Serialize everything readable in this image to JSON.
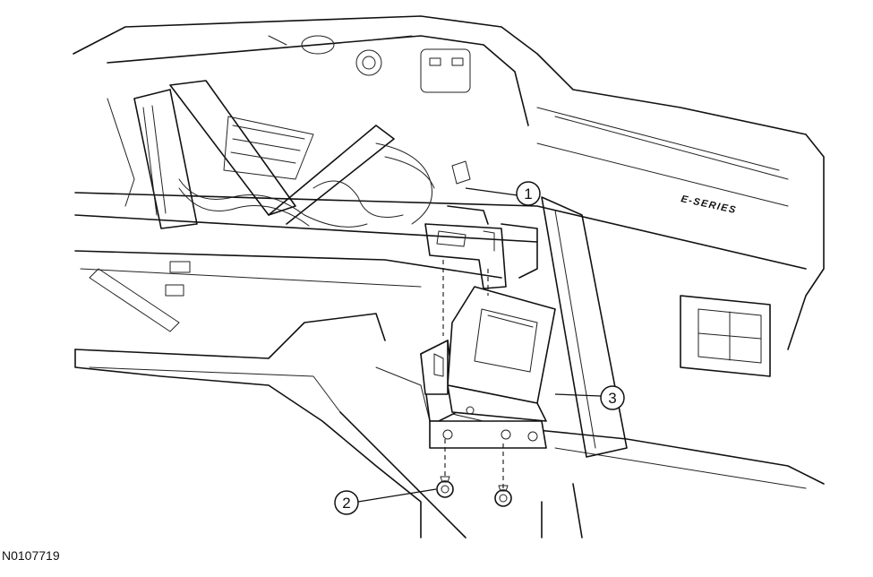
{
  "figure": {
    "id": "N0107719",
    "badge_text": "E-SERIES"
  },
  "callouts": [
    {
      "label": "1",
      "name": "callout-1"
    },
    {
      "label": "2",
      "name": "callout-2"
    },
    {
      "label": "3",
      "name": "callout-3"
    }
  ],
  "parts": [
    {
      "callout": "1",
      "name": "module-bracket-upper"
    },
    {
      "callout": "2",
      "name": "mounting-bolts"
    },
    {
      "callout": "3",
      "name": "electronic-module"
    }
  ]
}
